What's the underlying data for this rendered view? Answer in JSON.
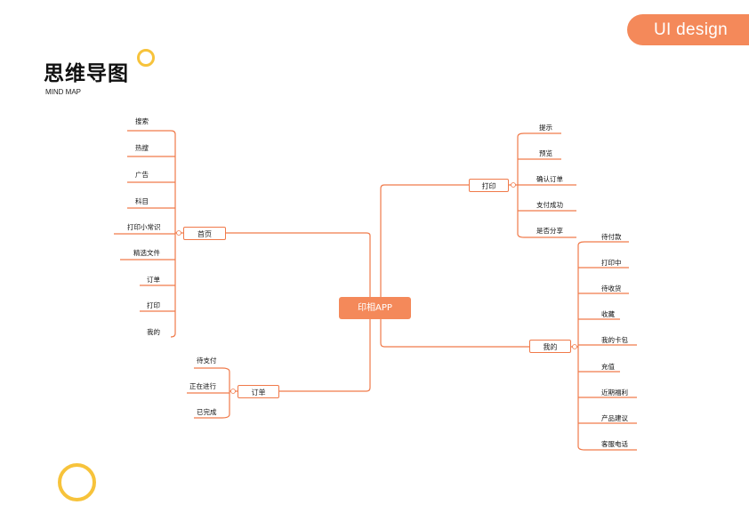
{
  "header": {
    "badge": "UI design",
    "title": "思维导图",
    "subtitle": "MIND MAP"
  },
  "mindmap": {
    "center": "印相APP",
    "branches": {
      "home": {
        "label": "首页",
        "children": [
          "搜索",
          "热搜",
          "广告",
          "科目",
          "打印小常识",
          "精选文件",
          "订单",
          "打印",
          "我的"
        ]
      },
      "order": {
        "label": "订单",
        "children": [
          "待支付",
          "正在进行",
          "已完成"
        ]
      },
      "print": {
        "label": "打印",
        "children": [
          "提示",
          "预览",
          "确认订单",
          "支付成功",
          "是否分享"
        ]
      },
      "mine": {
        "label": "我的",
        "children": [
          "待付款",
          "打印中",
          "待收货",
          "收藏",
          "我的卡包",
          "充值",
          "近期福利",
          "产品建议",
          "客服电话"
        ]
      }
    }
  },
  "colors": {
    "accent": "#f4895a",
    "line": "#f07a4a",
    "ring": "#f7c33b"
  }
}
